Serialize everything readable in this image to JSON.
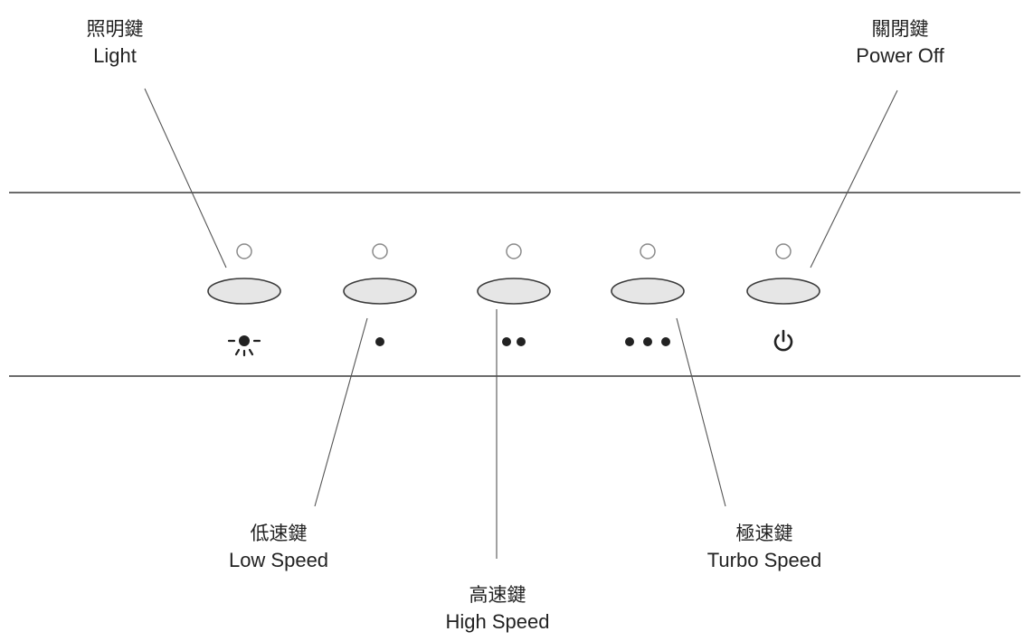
{
  "diagram": {
    "title": "",
    "callouts": {
      "light": {
        "zh": "照明鍵",
        "en": "Light"
      },
      "power_off": {
        "zh": "關閉鍵",
        "en": "Power Off"
      },
      "low_speed": {
        "zh": "低速鍵",
        "en": "Low Speed"
      },
      "high_speed": {
        "zh": "高速鍵",
        "en": "High Speed"
      },
      "turbo_speed": {
        "zh": "極速鍵",
        "en": "Turbo Speed"
      }
    },
    "buttons": [
      {
        "id": "light",
        "symbol_icon": "light-bulb-icon"
      },
      {
        "id": "low_speed",
        "symbol_icon": "one-dot-icon"
      },
      {
        "id": "high_speed",
        "symbol_icon": "two-dots-icon"
      },
      {
        "id": "turbo_speed",
        "symbol_icon": "three-dots-icon"
      },
      {
        "id": "power_off",
        "symbol_icon": "power-icon"
      }
    ],
    "colors": {
      "line": "#3a3a3a",
      "button_fill": "#e6e6e6",
      "led": "#8a8a8a"
    }
  }
}
